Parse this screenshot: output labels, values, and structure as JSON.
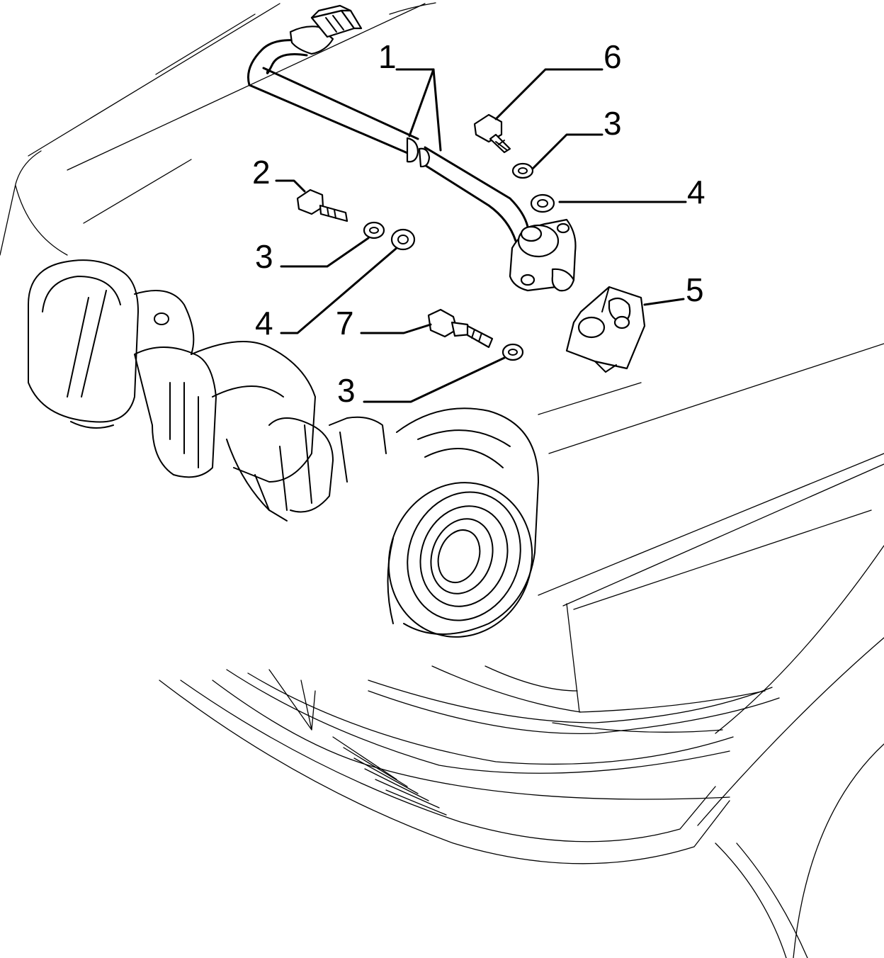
{
  "callouts": [
    {
      "id": "c1",
      "label": "1"
    },
    {
      "id": "c6",
      "label": "6"
    },
    {
      "id": "c3a",
      "label": "3"
    },
    {
      "id": "c2",
      "label": "2"
    },
    {
      "id": "c4a",
      "label": "4"
    },
    {
      "id": "c3b",
      "label": "3"
    },
    {
      "id": "c5",
      "label": "5"
    },
    {
      "id": "c4b",
      "label": "4"
    },
    {
      "id": "c7",
      "label": "7"
    },
    {
      "id": "c3c",
      "label": "3"
    }
  ],
  "colors": {
    "line": "#000000",
    "background": "#ffffff"
  }
}
